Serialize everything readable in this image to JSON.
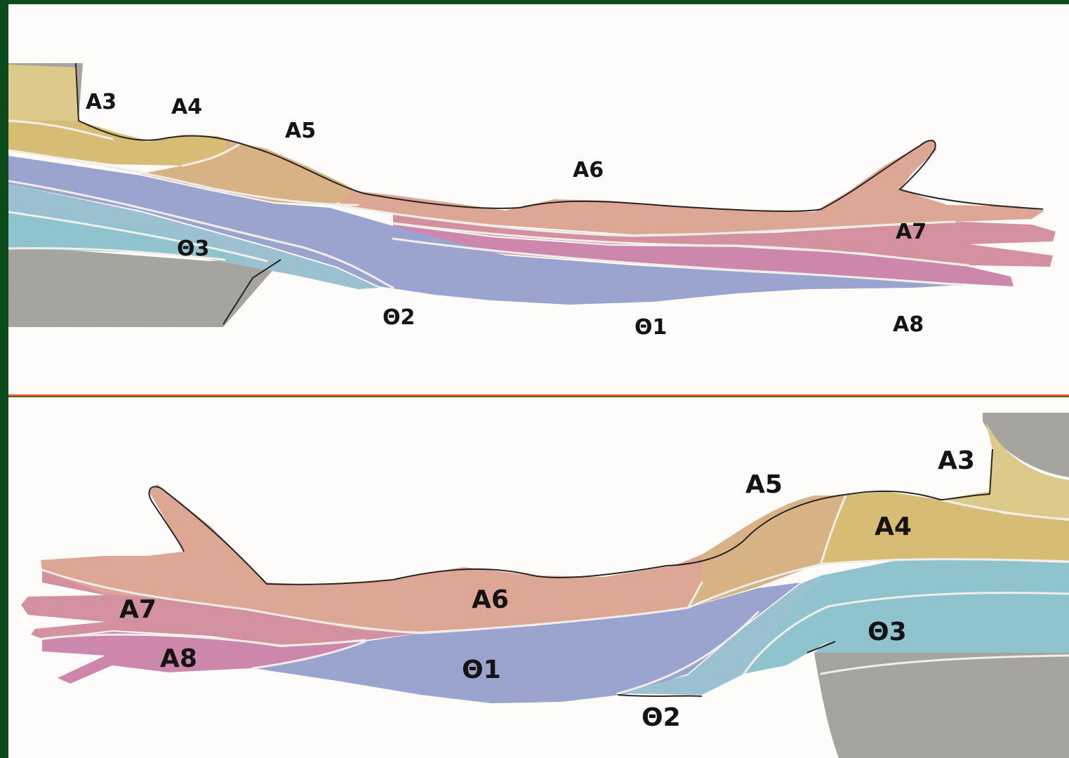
{
  "colors": {
    "frame_green": "#0b4a1a",
    "panel": "#fdfcfb",
    "divider": "#e0572a",
    "torso_gray": "#a9a8a2",
    "dermatome_A3": "#e2cf8e",
    "dermatome_A4": "#dcc277",
    "dermatome_A5": "#dcb788",
    "dermatome_A6": "#e2ab98",
    "dermatome_A7": "#d994a4",
    "dermatome_A8": "#d28bb0",
    "dermatome_Θ1": "#9ea8d4",
    "dermatome_Θ2": "#9fc6d6",
    "dermatome_Θ3": "#93c9d3",
    "boundary_line": "#f7f3ee"
  },
  "panels": [
    {
      "view": "top",
      "labels": {
        "a3": "A3",
        "a4": "A4",
        "a5": "A5",
        "a6": "A6",
        "a7": "A7",
        "a8": "A8",
        "t1": "Θ1",
        "t2": "Θ2",
        "t3": "Θ3"
      }
    },
    {
      "view": "bottom",
      "labels": {
        "a3": "A3",
        "a4": "A4",
        "a5": "A5",
        "a6": "A6",
        "a7": "A7",
        "a8": "A8",
        "t1": "Θ1",
        "t2": "Θ2",
        "t3": "Θ3"
      }
    }
  ]
}
